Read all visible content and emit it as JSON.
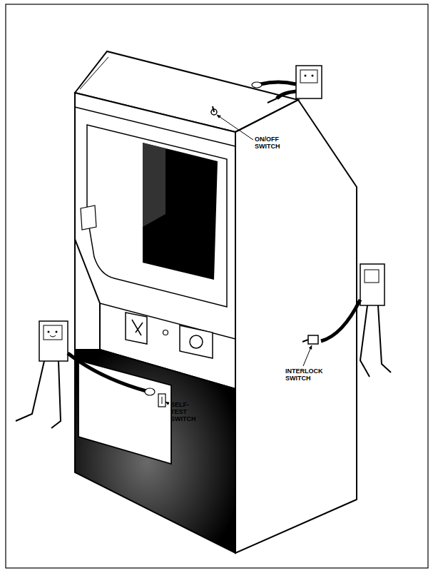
{
  "diagram": {
    "labels": [
      "ON/OFF SWITCH",
      "SELF-TEST SWITCH",
      "INTERLOCK SWITCH"
    ]
  }
}
